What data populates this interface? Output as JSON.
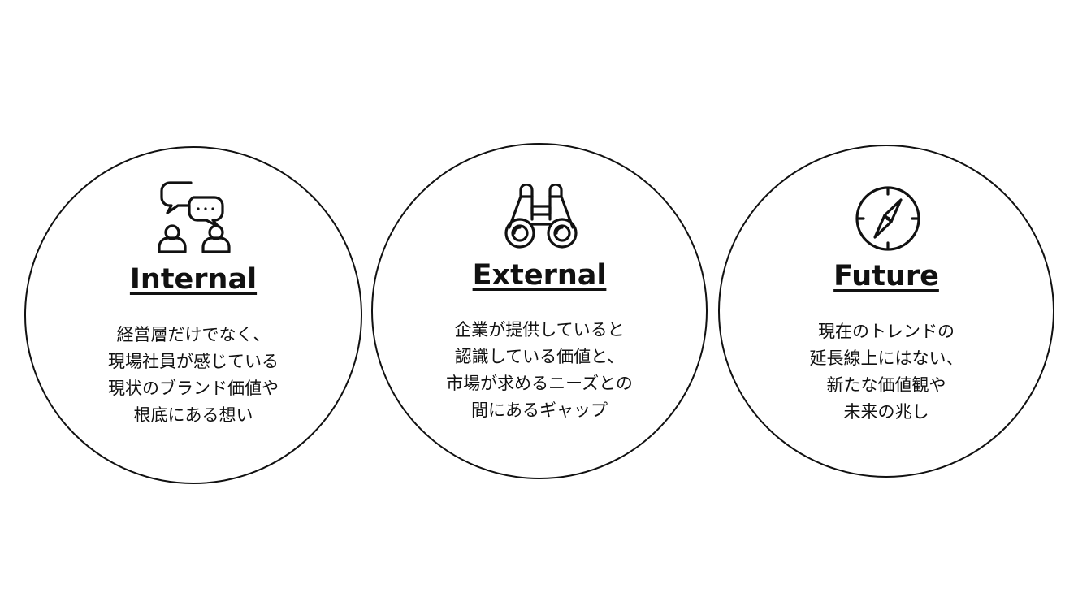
{
  "circles": [
    {
      "id": "internal",
      "icon": "conversation-people-icon",
      "title": "Internal",
      "lines": [
        "経営層だけでなく、",
        "現場社員が感じている",
        "現状のブランド価値や",
        "根底にある想い"
      ]
    },
    {
      "id": "external",
      "icon": "binoculars-icon",
      "title": "External",
      "lines": [
        "企業が提供していると",
        "認識している価値と、",
        "市場が求めるニーズとの",
        "間にあるギャップ"
      ]
    },
    {
      "id": "future",
      "icon": "compass-icon",
      "title": "Future",
      "lines": [
        "現在のトレンドの",
        "延長線上にはない、",
        "新たな価値観や",
        "未来の兆し"
      ]
    }
  ]
}
